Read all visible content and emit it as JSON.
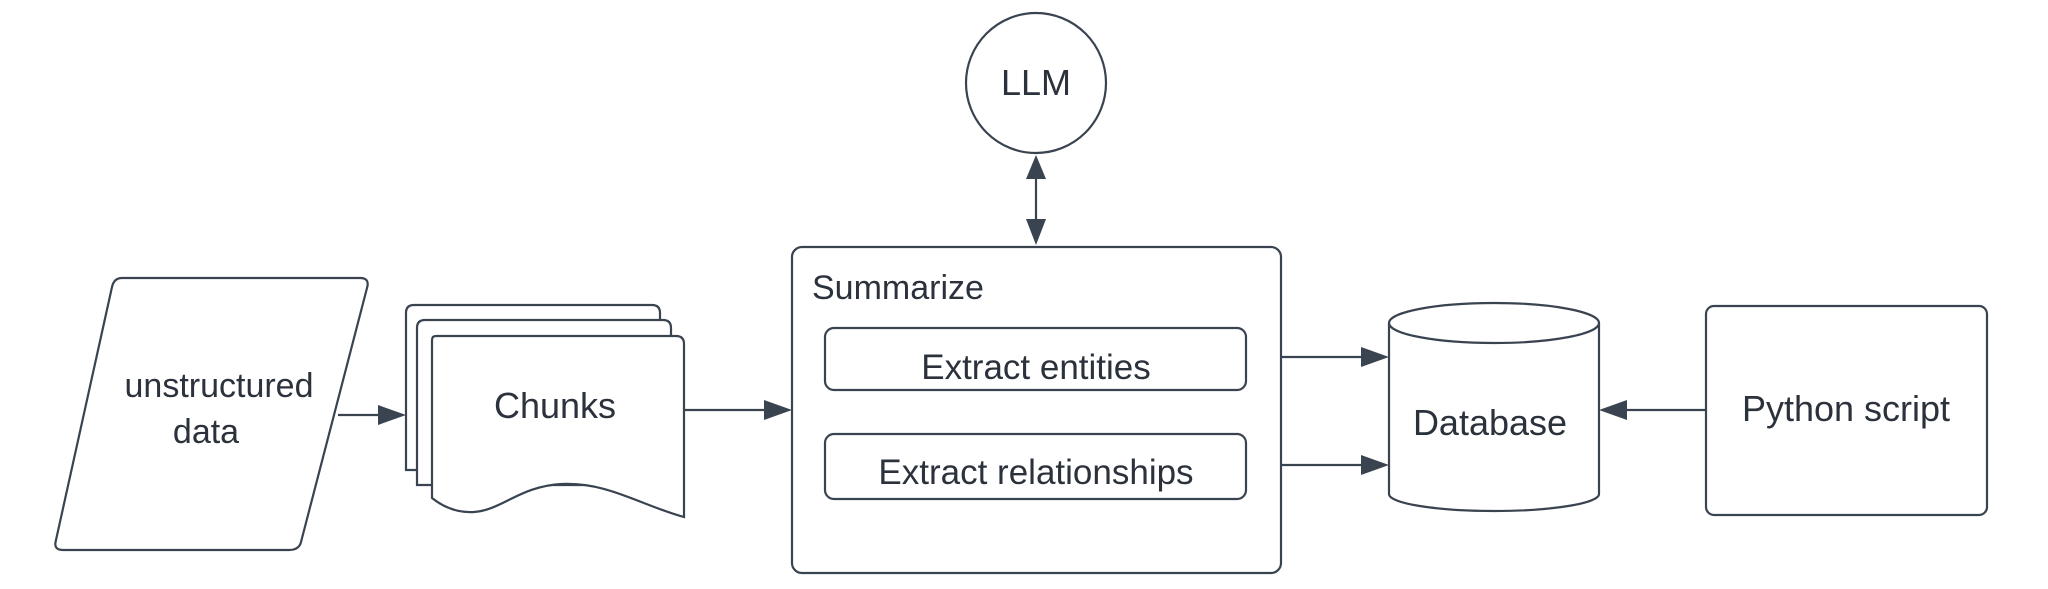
{
  "diagram": {
    "nodes": {
      "llm": "LLM",
      "summarize": "Summarize",
      "extract_entities": "Extract entities",
      "extract_relationships": "Extract relationships",
      "unstructured_line1": "unstructured",
      "unstructured_line2": "data",
      "chunks": "Chunks",
      "database": "Database",
      "python_script": "Python script"
    },
    "edges": [
      {
        "from": "unstructured data",
        "to": "Chunks"
      },
      {
        "from": "Chunks",
        "to": "Summarize"
      },
      {
        "from": "Summarize",
        "to": "LLM",
        "bidirectional": true
      },
      {
        "from": "Extract entities",
        "to": "Database"
      },
      {
        "from": "Extract relationships",
        "to": "Database"
      },
      {
        "from": "Python script",
        "to": "Database"
      }
    ],
    "colors": {
      "stroke": "#3a4350",
      "text": "#2b323c",
      "background": "#ffffff"
    }
  }
}
